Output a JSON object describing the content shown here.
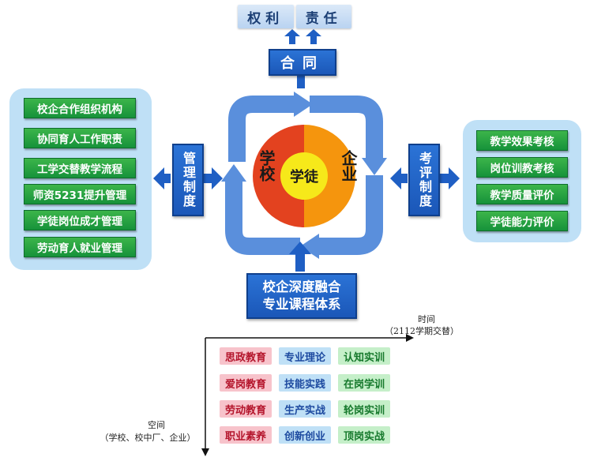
{
  "top": {
    "rights": "权利",
    "responsibility": "责任"
  },
  "contract": "合同",
  "left_panel": {
    "items": [
      "校企合作组织机构",
      "协同育人工作职责",
      "工学交替教学流程",
      "师资5231提升管理",
      "学徒岗位成才管理",
      "劳动育人就业管理"
    ]
  },
  "management_system": "管理制度",
  "evaluation_system": "考评制度",
  "right_panel": {
    "items": [
      "教学效果考核",
      "岗位训教考核",
      "教学质量评价",
      "学徒能力评价"
    ]
  },
  "center": {
    "school": "学校",
    "apprentice": "学徒",
    "enterprise": "企业"
  },
  "bottom_box": {
    "line1": "校企深度融合",
    "line2": "专业课程体系"
  },
  "time_axis": {
    "label": "时间",
    "sub": "（2112学期交替）"
  },
  "space_axis": {
    "label": "空间",
    "sub": "（学校、校中厂、企业）"
  },
  "grid": {
    "pink": [
      "思政教育",
      "爱岗教育",
      "劳动教育",
      "职业素养"
    ],
    "blue": [
      "专业理论",
      "技能实践",
      "生产实战",
      "创新创业"
    ],
    "green": [
      "认知实训",
      "在岗学训",
      "轮岗实训",
      "顶岗实战"
    ]
  },
  "colors": {
    "school": "#e3421f",
    "enterprise": "#f5950d",
    "apprentice_core": "#f6e91a",
    "loop": "#5a8fdc",
    "blue_box": "#1f5fc4",
    "green_btn": "#1d9a3f"
  }
}
